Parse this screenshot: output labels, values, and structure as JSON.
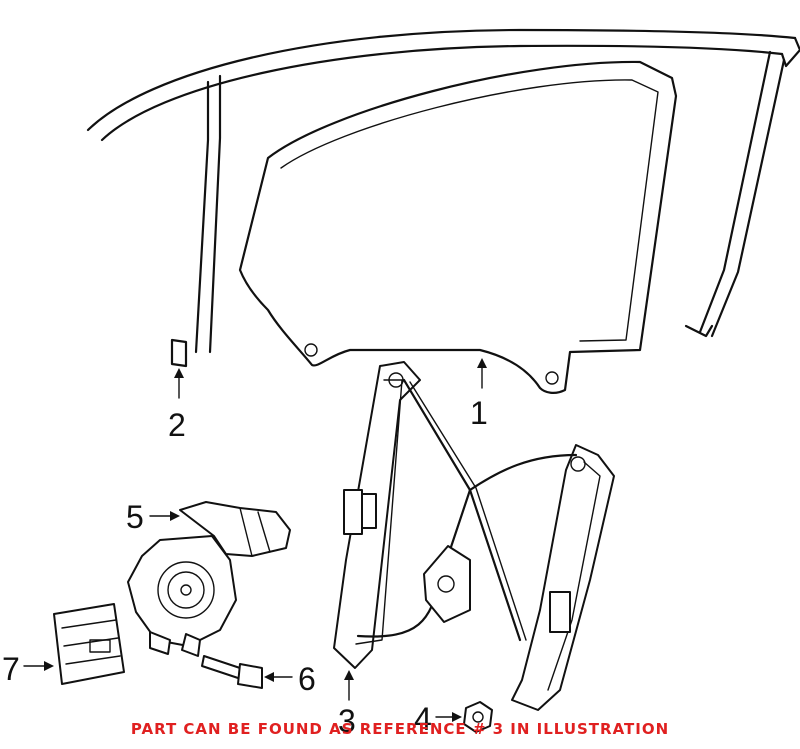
{
  "callouts": [
    {
      "id": "1",
      "part": "door-glass"
    },
    {
      "id": "2",
      "part": "glass-run-channel"
    },
    {
      "id": "3",
      "part": "window-regulator"
    },
    {
      "id": "4",
      "part": "nut"
    },
    {
      "id": "5",
      "part": "window-motor"
    },
    {
      "id": "6",
      "part": "bolt"
    },
    {
      "id": "7",
      "part": "control-module"
    }
  ],
  "notice": "PART CAN BE FOUND AS REFERENCE # 3 IN ILLUSTRATION",
  "colors": {
    "line": "#111111",
    "notice": "#e02020",
    "background": "#ffffff"
  }
}
